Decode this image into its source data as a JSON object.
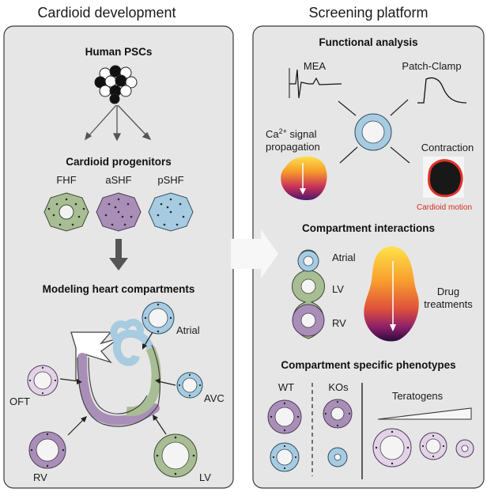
{
  "left_panel": {
    "title": "Cardioid development",
    "stem_cells": "Human PSCs",
    "progenitors": {
      "title": "Cardioid progenitors",
      "items": [
        "FHF",
        "aSHF",
        "pSHF"
      ]
    },
    "modeling": {
      "title": "Modeling heart compartments",
      "compartments": [
        "Atrial",
        "AVC",
        "OFT",
        "RV",
        "LV"
      ]
    }
  },
  "right_panel": {
    "title": "Screening platform",
    "functional": {
      "title": "Functional analysis",
      "mea": "MEA",
      "patch": "Patch-Clamp",
      "ca_line1": "Ca",
      "ca_sup": "2+",
      "ca_line1_rest": " signal",
      "ca_line2": "propagation",
      "contraction": "Contraction",
      "motion": "Cardioid motion"
    },
    "interactions": {
      "title": "Compartment interactions",
      "chambers": [
        "Atrial",
        "LV",
        "RV"
      ],
      "drug_line1": "Drug",
      "drug_line2": "treatments"
    },
    "phenotypes": {
      "title": "Compartment specific phenotypes",
      "wt": "WT",
      "kos": "KOs",
      "teratogens": "Teratogens"
    }
  },
  "colors": {
    "panel_bg": "#e6e6e6",
    "green": "#a9bd95",
    "purple": "#a98fb8",
    "blue": "#a7cbe0",
    "lavender": "#e3d3e6",
    "red_label": "#d62a1e"
  }
}
